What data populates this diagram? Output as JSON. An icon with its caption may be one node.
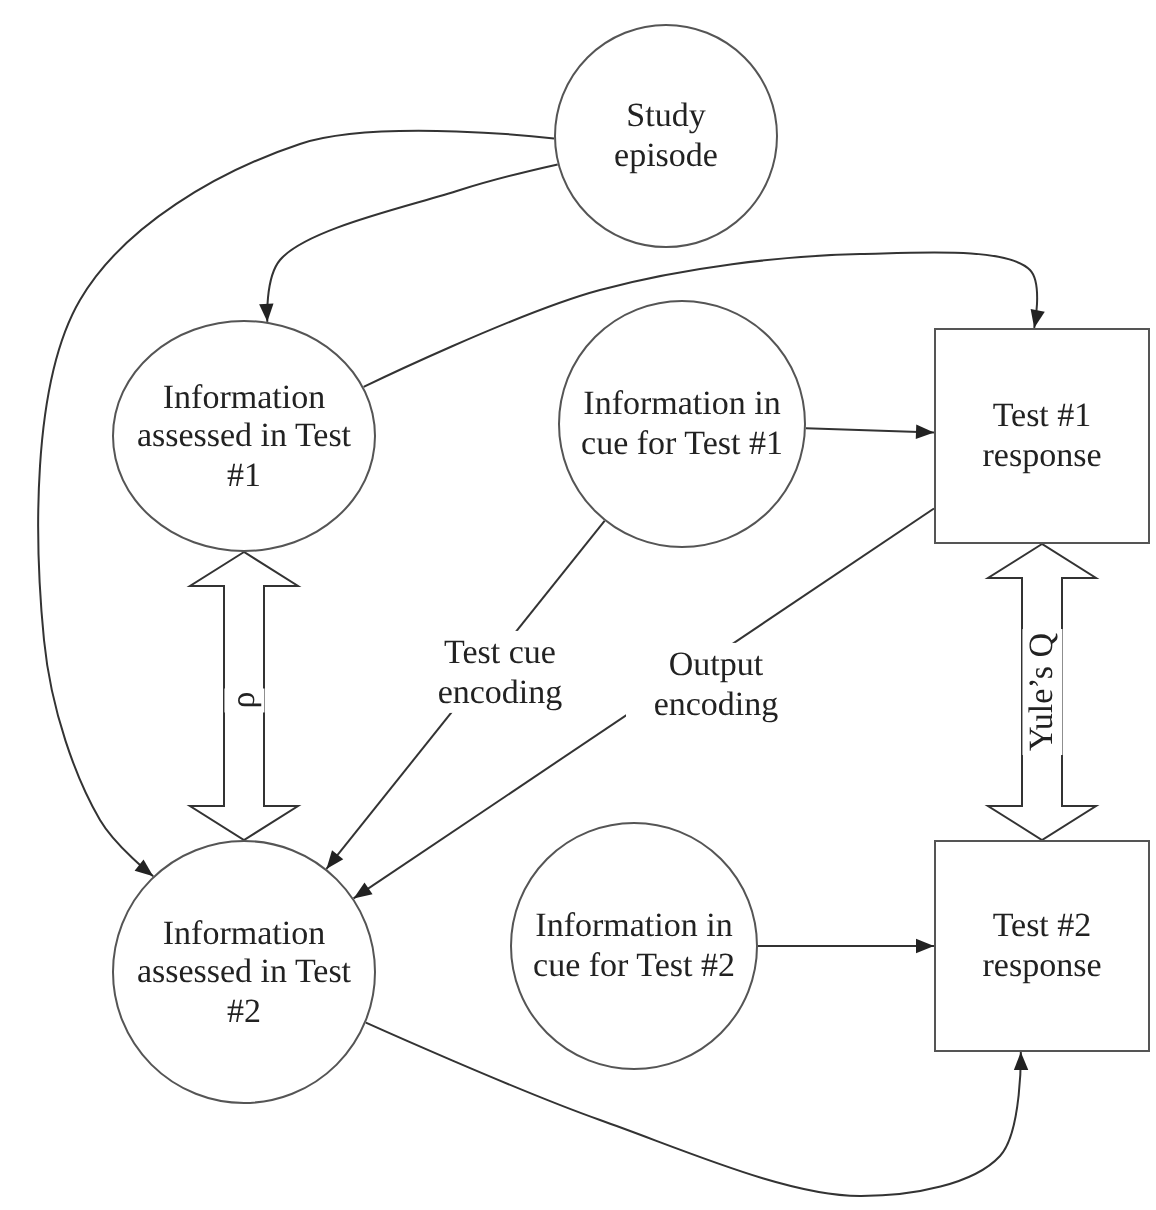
{
  "diagram": {
    "nodes": [
      {
        "text": [
          "Study episode"
        ]
      },
      {
        "text": [
          "Information assessed in Test #1"
        ]
      },
      {
        "text": [
          "Information in cue for Test #1"
        ]
      },
      {
        "text": [
          "Test #1 response"
        ]
      },
      {
        "text": [
          "Information assessed in Test #2"
        ]
      },
      {
        "text": [
          "Information in cue for Test #2"
        ]
      },
      {
        "text": [
          "Test #2 response"
        ]
      }
    ],
    "edges": [
      {
        "from": 0,
        "to": 1,
        "arrow": "to"
      },
      {
        "from": 0,
        "to": 4,
        "arrow": "to"
      },
      {
        "from": 1,
        "to": 3,
        "arrow": "to"
      },
      {
        "from": 2,
        "to": 3,
        "arrow": "to"
      },
      {
        "from": 1,
        "to": 4,
        "arrow": "both",
        "label": "ρ",
        "style": "thick"
      },
      {
        "from": 3,
        "to": 6,
        "arrow": "both",
        "label": "Yule’s Q",
        "style": "thick"
      },
      {
        "from": 2,
        "to": 4,
        "arrow": "to",
        "label": "Test cue encoding"
      },
      {
        "from": 3,
        "to": 4,
        "arrow": "to",
        "label": "Output encoding"
      },
      {
        "from": 5,
        "to": 6,
        "arrow": "to"
      },
      {
        "from": 4,
        "to": 6,
        "arrow": "to"
      }
    ]
  }
}
